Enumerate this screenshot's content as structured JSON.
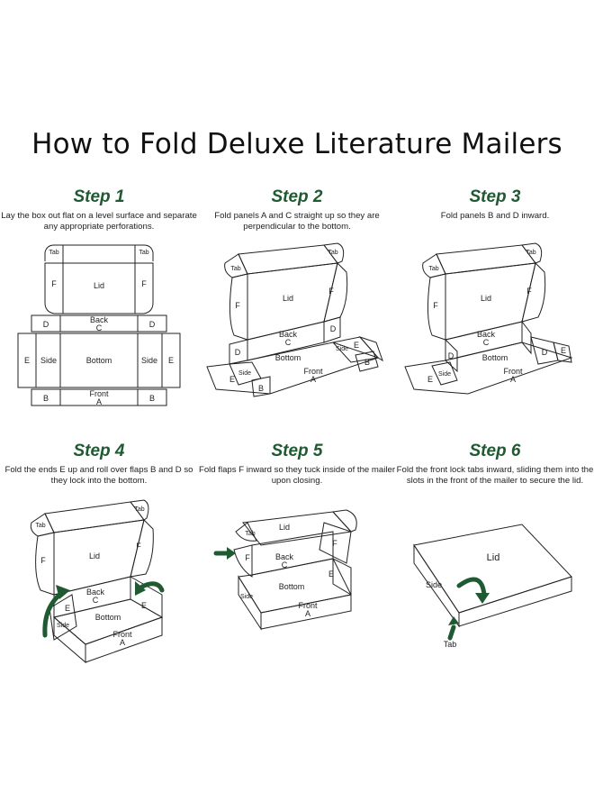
{
  "title": "How to Fold Deluxe Literature Mailers",
  "colors": {
    "accent_green": "#1f5a32",
    "line": "#222222"
  },
  "steps": [
    {
      "heading": "Step 1",
      "desc": "Lay the box out flat on a level surface and separate any appropriate perforations."
    },
    {
      "heading": "Step 2",
      "desc": "Fold panels A and C straight up so they are perpendicular to the bottom."
    },
    {
      "heading": "Step 3",
      "desc": "Fold panels B and D inward."
    },
    {
      "heading": "Step 4",
      "desc": "Fold the ends E up and roll over flaps B and D so they lock into the bottom."
    },
    {
      "heading": "Step 5",
      "desc": "Fold flaps F inward so they tuck inside of the mailer upon closing."
    },
    {
      "heading": "Step 6",
      "desc": "Fold the front lock tabs inward, sliding them into the slots in the front of the mailer to secure the lid."
    }
  ],
  "labels": {
    "tab": "Tab",
    "lid": "Lid",
    "f": "F",
    "d": "D",
    "e": "E",
    "b": "B",
    "back": "Back",
    "c": "C",
    "bottom": "Bottom",
    "front": "Front",
    "a": "A",
    "side": "Side"
  }
}
